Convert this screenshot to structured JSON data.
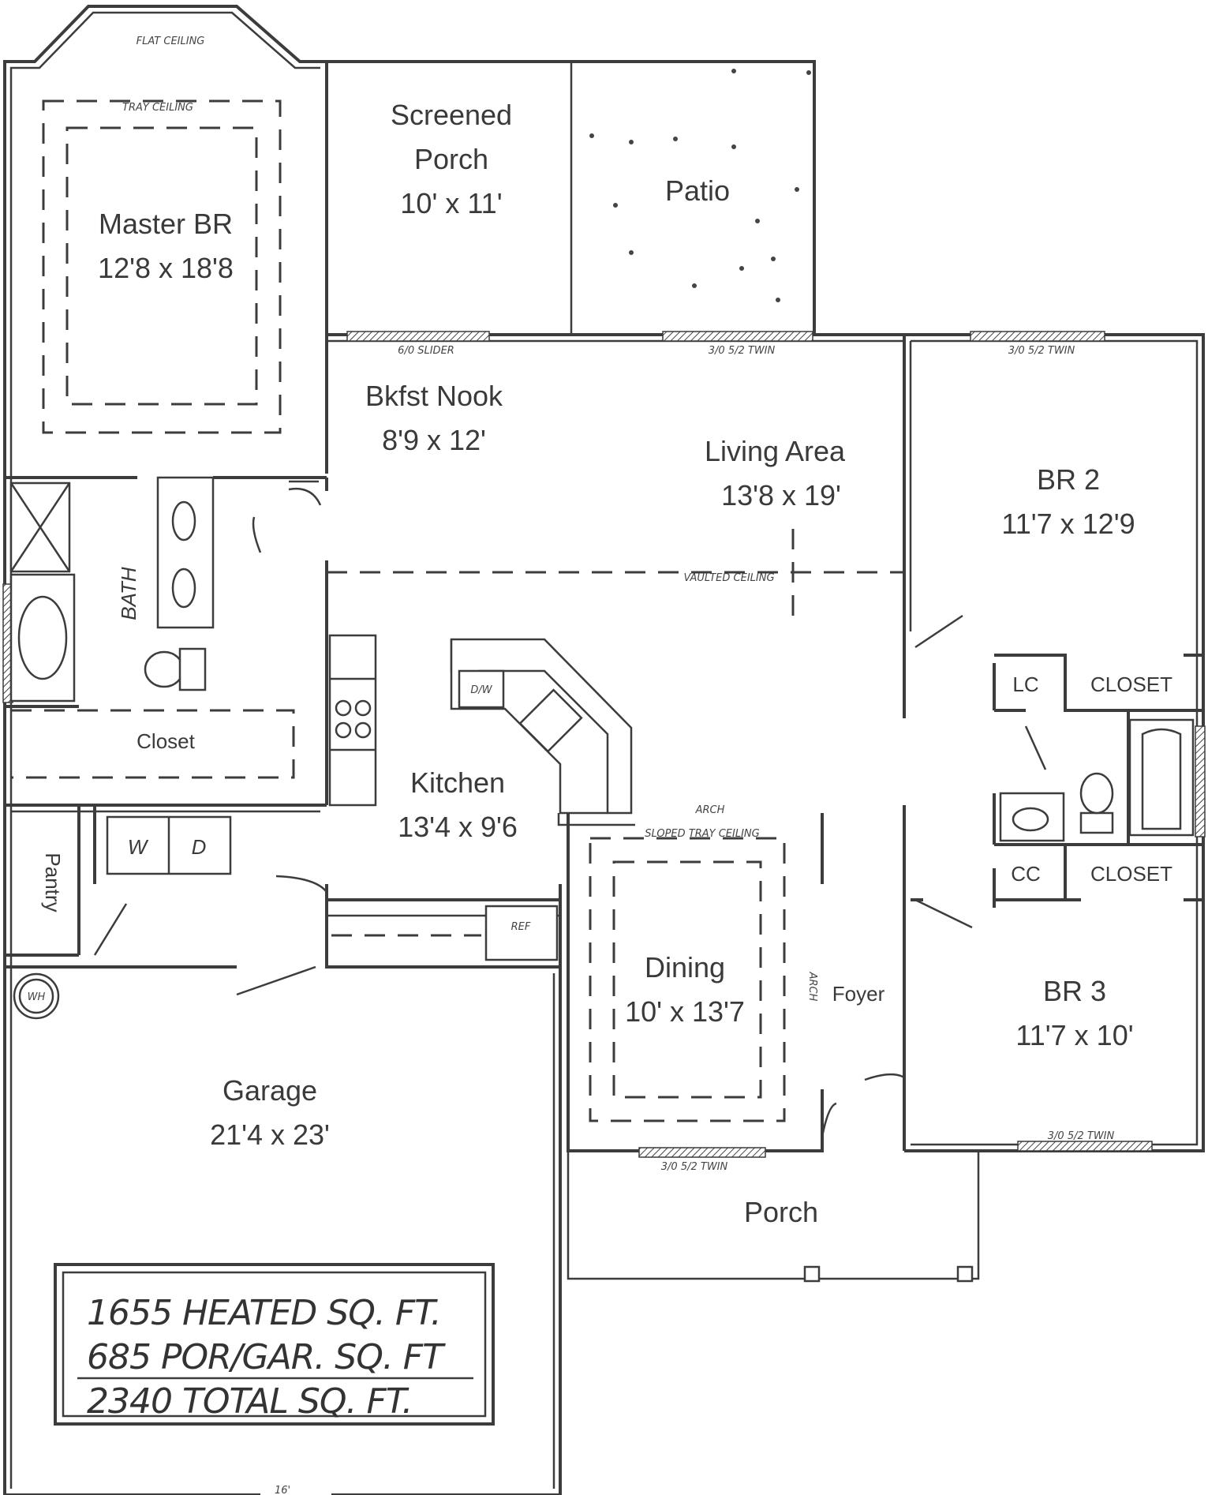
{
  "rooms": {
    "master_br": {
      "name": "Master BR",
      "size": "12'8 x 18'8"
    },
    "screened_porch": {
      "line1": "Screened",
      "line2": "Porch",
      "size": "10' x 11'"
    },
    "patio": {
      "name": "Patio"
    },
    "bkfst_nook": {
      "name": "Bkfst Nook",
      "size": "8'9 x 12'"
    },
    "living_area": {
      "name": "Living Area",
      "size": "13'8 x 19'"
    },
    "br2": {
      "name": "BR 2",
      "size": "11'7 x 12'9"
    },
    "br3": {
      "name": "BR 3",
      "size": "11'7 x 10'"
    },
    "kitchen": {
      "name": "Kitchen",
      "size": "13'4 x 9'6"
    },
    "dining": {
      "name": "Dining",
      "size": "10' x 13'7"
    },
    "garage": {
      "name": "Garage",
      "size": "21'4 x 23'"
    },
    "porch": {
      "name": "Porch"
    },
    "foyer": {
      "name": "Foyer"
    },
    "closet_master": {
      "name": "Closet"
    },
    "pantry": {
      "name": "Pantry"
    },
    "bath": {
      "name": "BATH"
    },
    "lc": {
      "name": "LC"
    },
    "cc": {
      "name": "CC"
    },
    "closet_br2": {
      "name": "CLOSET"
    },
    "closet_br3": {
      "name": "CLOSET"
    }
  },
  "fixtures": {
    "washer": "W",
    "dryer": "D",
    "dishwasher": "D/W",
    "refrigerator": "REF",
    "water_heater": "WH"
  },
  "notes": {
    "master_top": "FLAT CEILING",
    "master_tray": "TRAY CEILING",
    "slider": "6/0 SLIDER",
    "living_window": "3/0 5/2 TWIN",
    "br2_window": "3/0 5/2 TWIN",
    "vaulted": "VAULTED CEILING",
    "arch": "ARCH",
    "dining_ceiling": "SLOPED TRAY CEILING",
    "br3_window": "3/0 5/2 TWIN",
    "dining_window": "3/0 5/2 TWIN",
    "arch_side": "ARCH"
  },
  "summary": {
    "line1": "1655 HEATED SQ. FT.",
    "line2": "685 POR/GAR. SQ. FT",
    "line3": "2340 TOTAL SQ. FT."
  },
  "dimension": "16'"
}
